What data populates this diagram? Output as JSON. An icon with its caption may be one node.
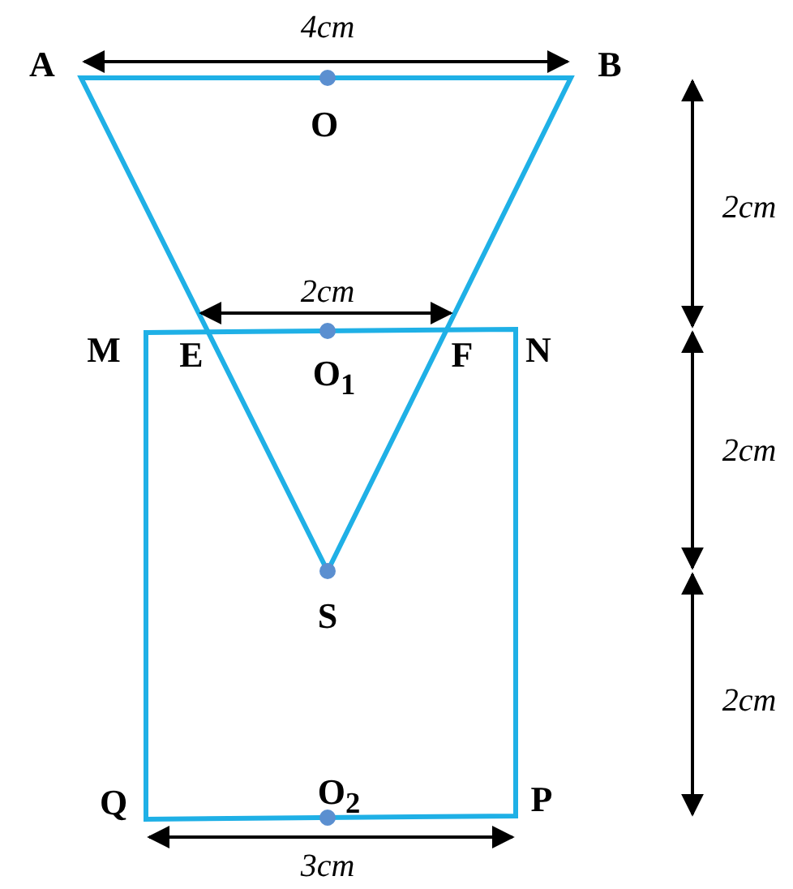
{
  "diagram": {
    "labels": [
      "4cm",
      "A",
      "B",
      "O",
      "2cm",
      "2cm",
      "M",
      "E",
      "O$_{1}$",
      "F",
      "N",
      "2cm",
      "S",
      "2cm",
      "Q",
      "O$_{2}$",
      "P",
      "3cm"
    ]
  }
}
